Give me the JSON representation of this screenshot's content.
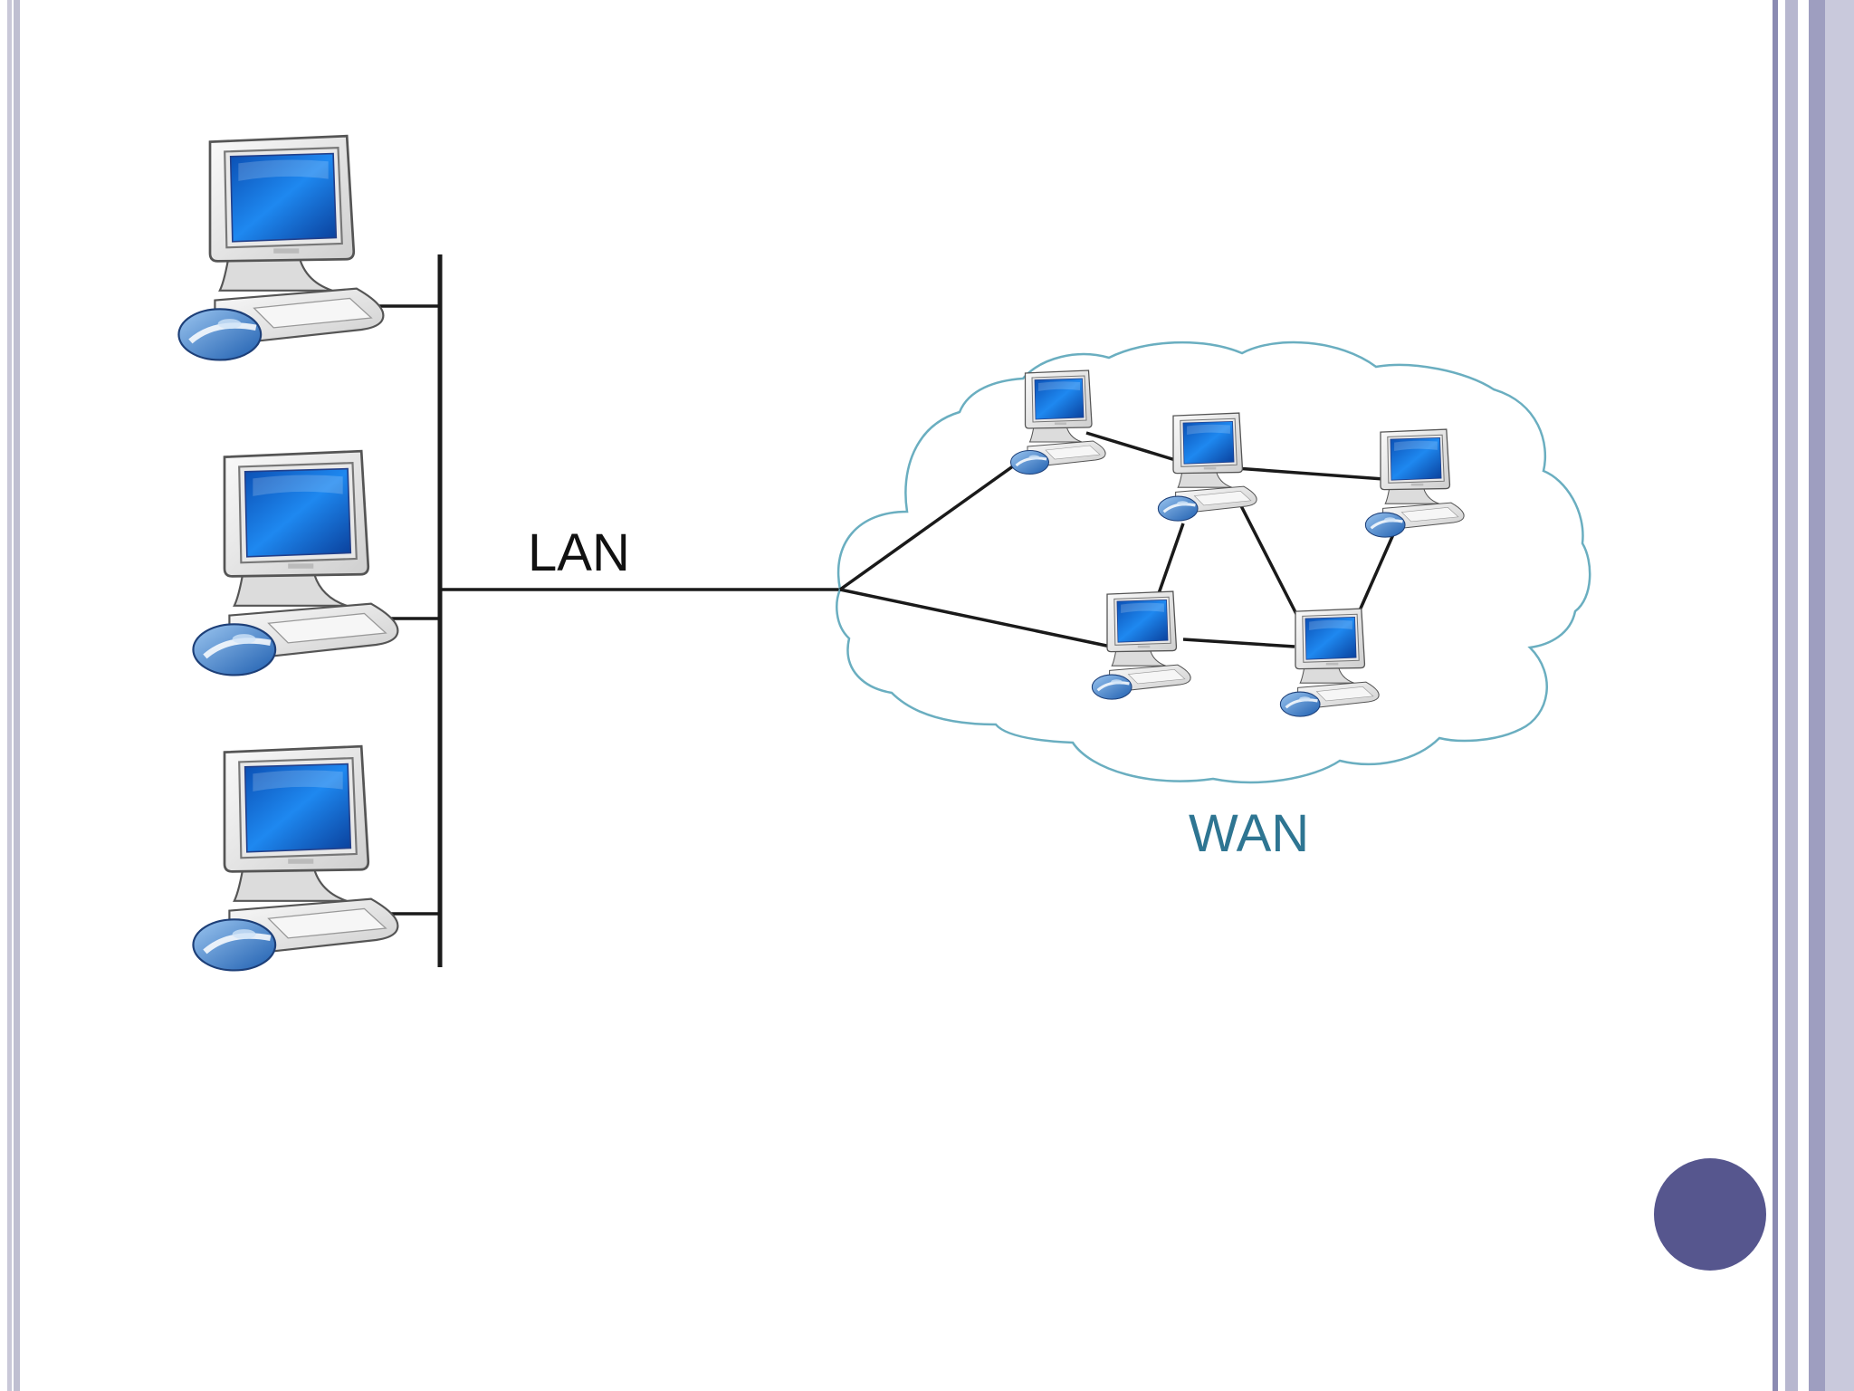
{
  "diagram": {
    "lan_label": "LAN",
    "wan_label": "WAN"
  },
  "colors": {
    "wan_label": "#2e7592",
    "cloud_outline": "#6aaec0",
    "lines": "#1a1a1a",
    "accent_circle": "#56568e",
    "screen_blue": "#0a57c8"
  },
  "icons": {
    "computer": "desktop-computer-icon",
    "cloud": "cloud-shape"
  }
}
